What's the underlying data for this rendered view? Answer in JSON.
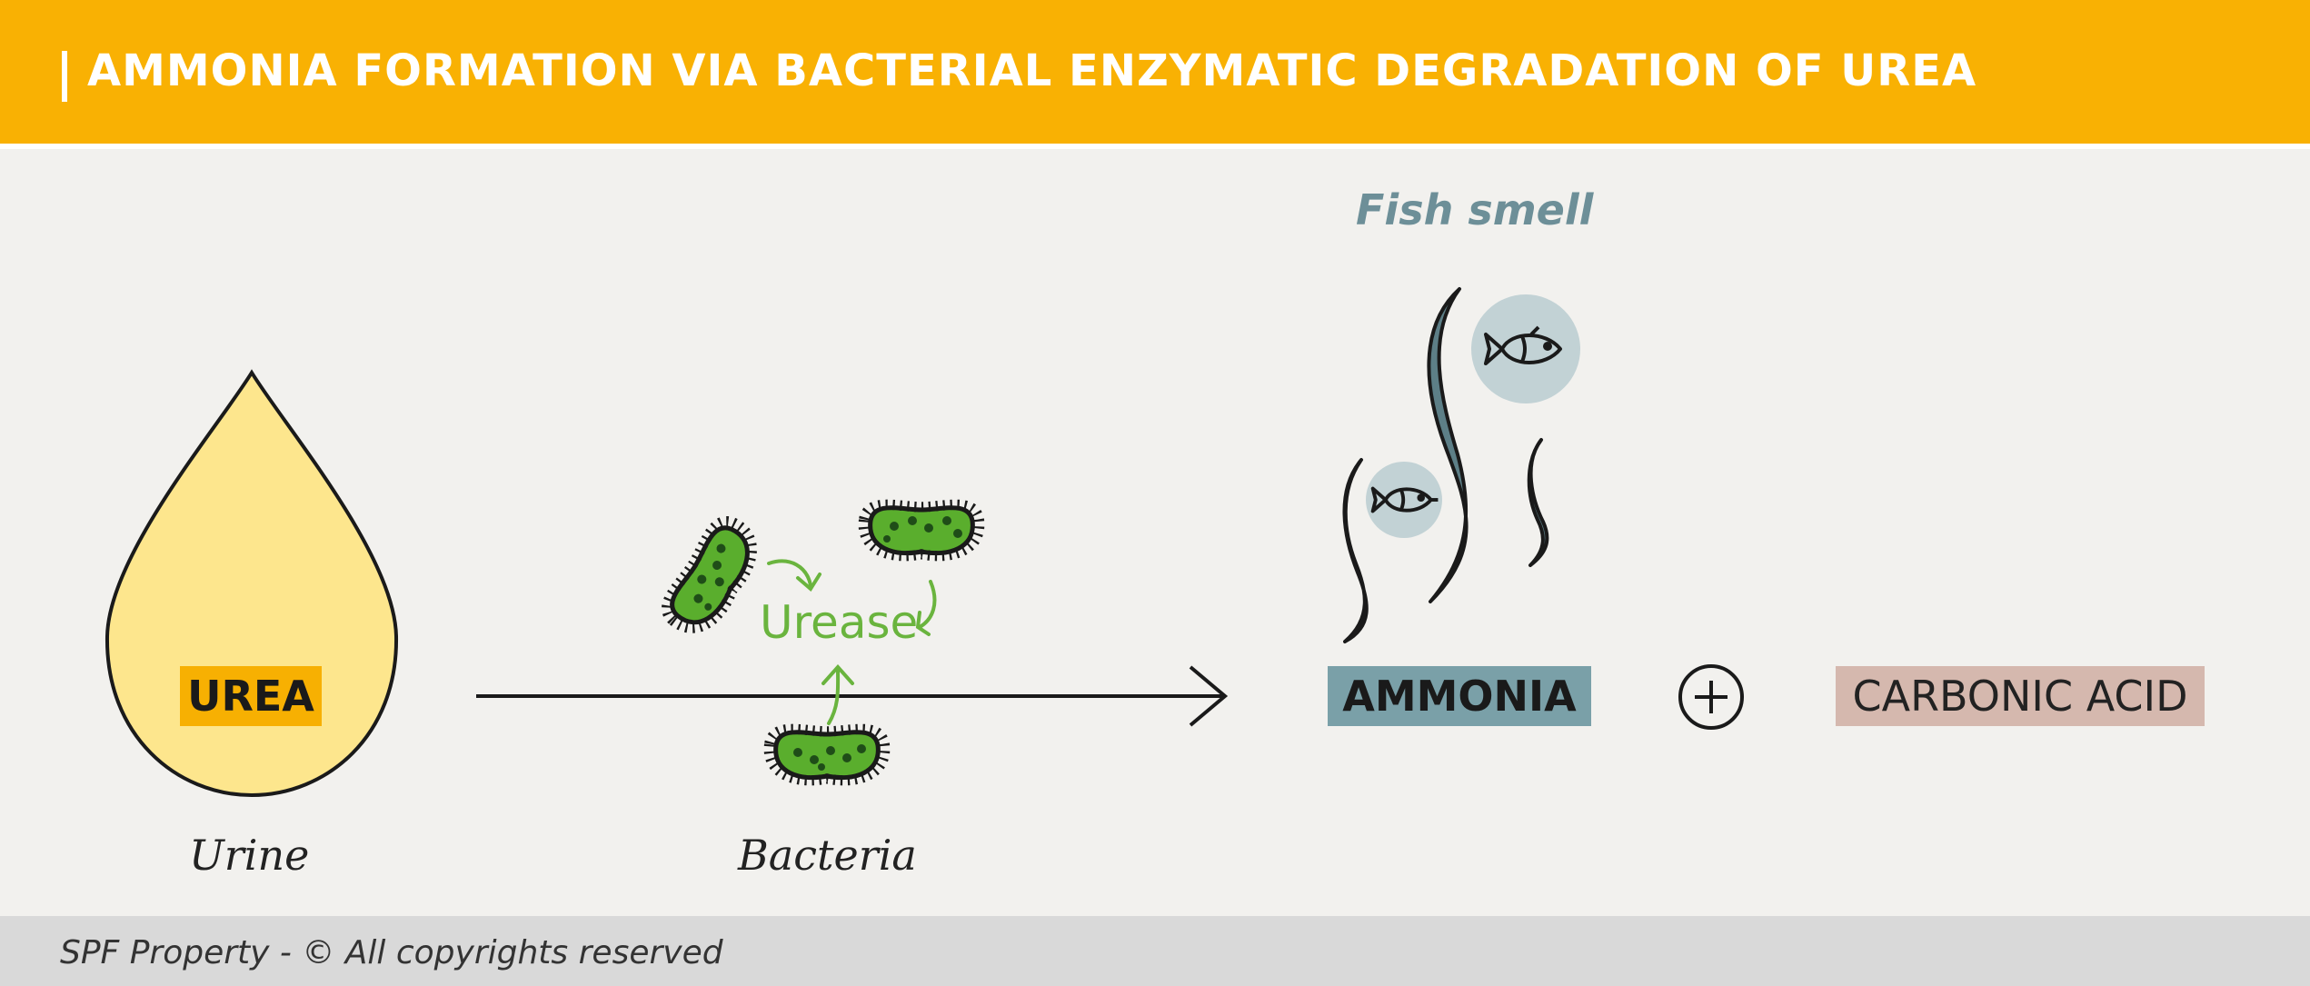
{
  "header": {
    "title": "AMMONIA FORMATION VIA BACTERIAL ENZYMATIC DEGRADATION OF UREA"
  },
  "diagram": {
    "urea": "UREA",
    "urine": "Urine",
    "urease": "Urease",
    "bacteria": "Bacteria",
    "fish_smell": "Fish smell",
    "ammonia": "AMMONIA",
    "carbonic_acid": "CARBONIC ACID",
    "plus_symbol": "+"
  },
  "footer": {
    "copyright": "SPF Property - © All copyrights reserved"
  },
  "colors": {
    "header_bg": "#f9b103",
    "drop_fill": "#fde68d",
    "bacteria_green": "#5aae2d",
    "urease_green": "#6ab43e",
    "ammonia_teal": "#7aa0a8",
    "carbonic_pink": "#d5b8ae",
    "smell_circle": "#c2d2d5"
  },
  "icons": [
    "urine-drop-icon",
    "bacterium-icon",
    "fish-icon",
    "smell-wave-icon",
    "plus-circle-icon",
    "arrow-icon"
  ]
}
